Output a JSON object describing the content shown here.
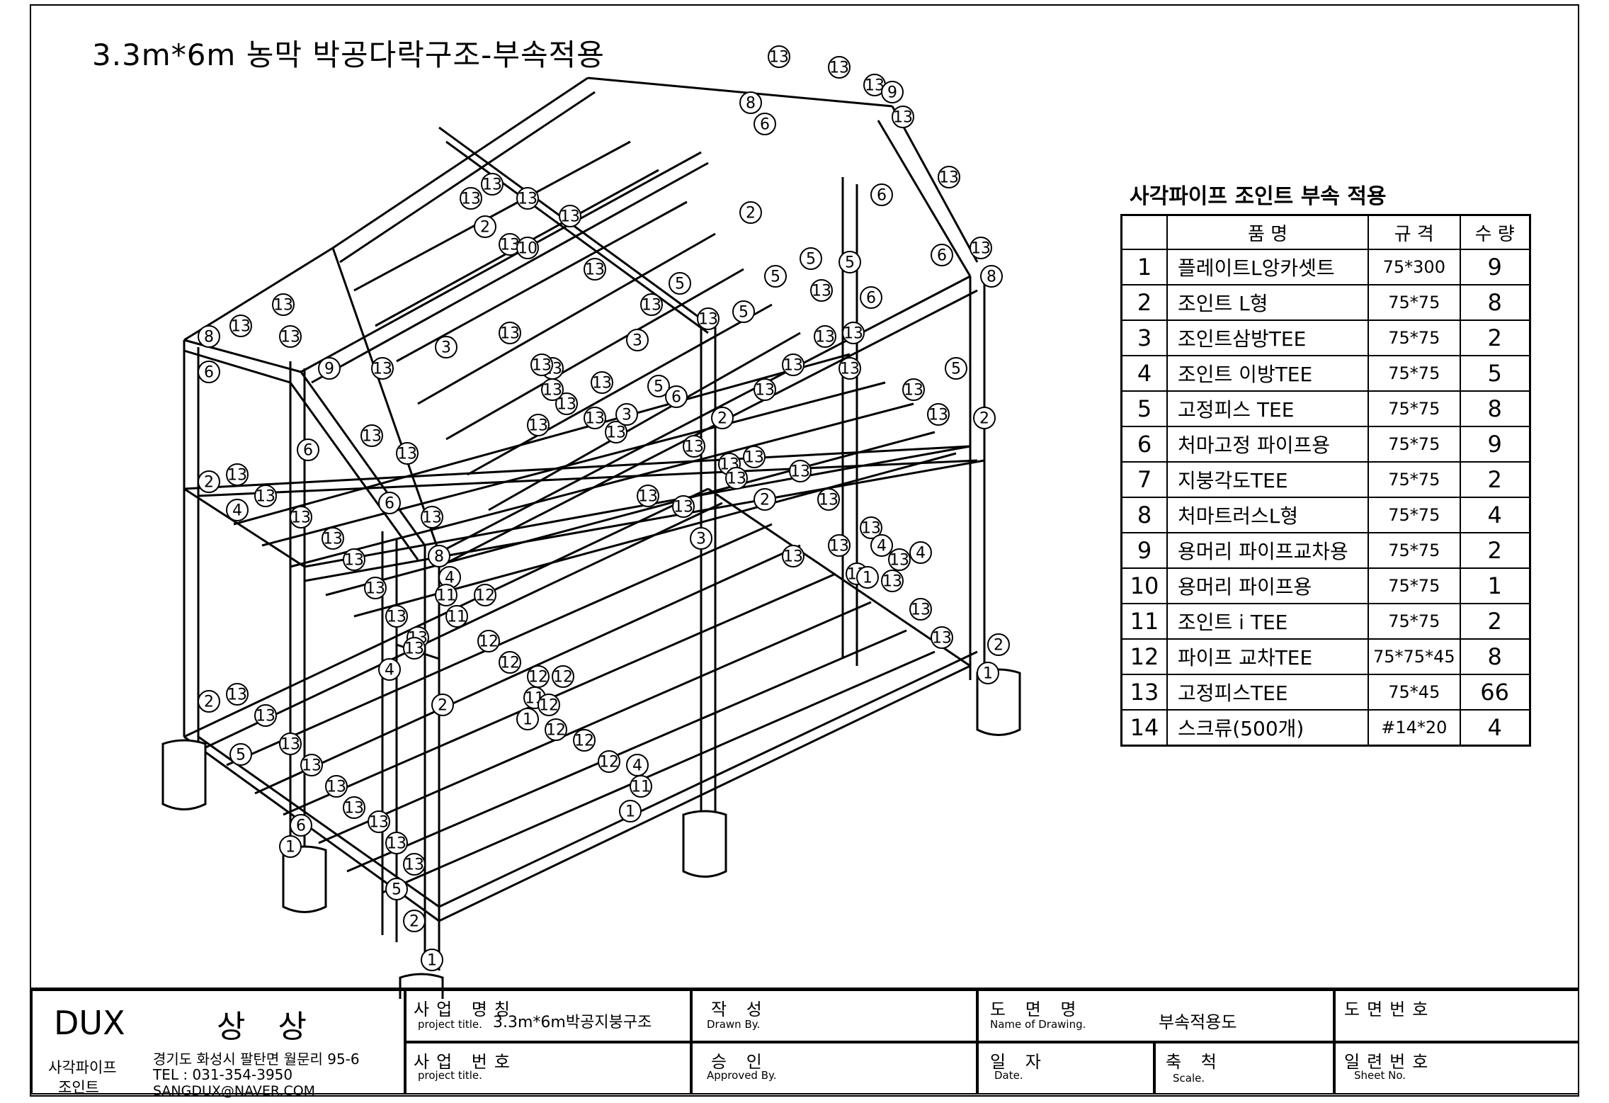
{
  "drawing_title": "3.3m*6m 농막 박공다락구조-부속적용",
  "parts_table": {
    "title": "사각파이프 조인트 부속 적용",
    "headers": [
      "",
      "품        명",
      "규   격",
      "수  량"
    ],
    "rows": [
      {
        "no": "1",
        "name": "플레이트L앙카셋트",
        "spec": "75*300",
        "qty": "9"
      },
      {
        "no": "2",
        "name": "조인트 L형",
        "spec": "75*75",
        "qty": "8"
      },
      {
        "no": "3",
        "name": "조인트삼방TEE",
        "spec": "75*75",
        "qty": "2"
      },
      {
        "no": "4",
        "name": "조인트 이방TEE",
        "spec": "75*75",
        "qty": "5"
      },
      {
        "no": "5",
        "name": "고정피스 TEE",
        "spec": "75*75",
        "qty": "8"
      },
      {
        "no": "6",
        "name": "처마고정 파이프용",
        "spec": "75*75",
        "qty": "9"
      },
      {
        "no": "7",
        "name": "지붕각도TEE",
        "spec": "75*75",
        "qty": "2"
      },
      {
        "no": "8",
        "name": "처마트러스L형",
        "spec": "75*75",
        "qty": "4"
      },
      {
        "no": "9",
        "name": "용머리 파이프교차용",
        "spec": "75*75",
        "qty": "2"
      },
      {
        "no": "10",
        "name": "용머리 파이프용",
        "spec": "75*75",
        "qty": "1"
      },
      {
        "no": "11",
        "name": "조인트 i TEE",
        "spec": "75*75",
        "qty": "2"
      },
      {
        "no": "12",
        "name": "파이프 교차TEE",
        "spec": "75*75*45",
        "qty": "8"
      },
      {
        "no": "13",
        "name": "고정피스TEE",
        "spec": "75*45",
        "qty": "66"
      },
      {
        "no": "14",
        "name": "스크류(500개)",
        "spec": "#14*20",
        "qty": "4"
      }
    ]
  },
  "title_block": {
    "company": "DUX",
    "company_kr": "상 상",
    "company_sub1": "사각파이프",
    "company_sub2": "조인트",
    "address": "경기도 화성시 팔탄면 월문리 95-6",
    "tel": "TEL : 031-354-3950",
    "email": "SANGDUX@NAVER.COM",
    "project_name_label": "사업 명칭",
    "project_name_sub": "project title.",
    "project_name_value": "3.3m*6m박공지붕구조",
    "project_no_label": "사업 번호",
    "project_no_sub": "project title.",
    "drawn_label": "작 성",
    "drawn_sub": "Drawn By.",
    "approved_label": "승 인",
    "approved_sub": "Approved By.",
    "drawing_name_label": "도 면 명",
    "drawing_name_sub": "Name of Drawing.",
    "drawing_name_value": "부속적용도",
    "date_label": "일 자",
    "date_sub": "Date.",
    "scale_label": "축 척",
    "scale_sub": "Scale.",
    "drawing_no_label": "도면번호",
    "serial_label": "일련번호",
    "sheet_sub": "Sheet No."
  },
  "callouts": [
    "1",
    "2",
    "3",
    "4",
    "5",
    "6",
    "8",
    "9",
    "10",
    "11",
    "12",
    "13"
  ]
}
